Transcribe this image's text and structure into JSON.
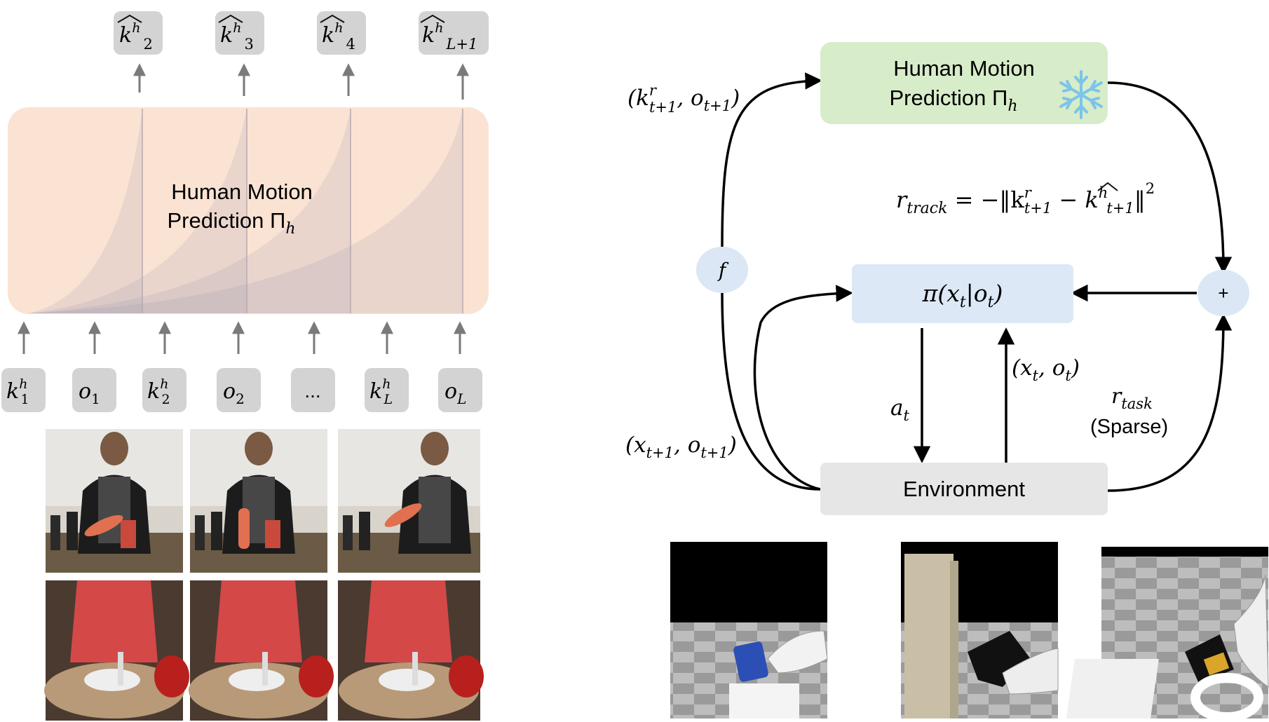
{
  "left_panel": {
    "transformer_label_line1": "Human Motion",
    "transformer_label_line2": "Prediction Π",
    "transformer_label_sub": "h",
    "outputs": [
      {
        "base": "k",
        "sup": "h",
        "sub": "2",
        "hat": true
      },
      {
        "base": "k",
        "sup": "h",
        "sub": "3",
        "hat": true
      },
      {
        "base": "k",
        "sup": "h",
        "sub": "4",
        "hat": true
      },
      {
        "base": "k",
        "sup": "h",
        "sub": "L+1",
        "hat": true
      }
    ],
    "inputs": [
      {
        "base": "k",
        "sup": "h",
        "sub": "1"
      },
      {
        "base": "o",
        "sup": "",
        "sub": "1"
      },
      {
        "base": "k",
        "sup": "h",
        "sub": "2"
      },
      {
        "base": "o",
        "sup": "",
        "sub": "2"
      },
      {
        "base": "...",
        "sup": "",
        "sub": ""
      },
      {
        "base": "k",
        "sup": "h",
        "sub": "L"
      },
      {
        "base": "o",
        "sup": "",
        "sub": "L"
      }
    ],
    "video_rows": 2,
    "video_cols": 3
  },
  "right_panel": {
    "predictor_line1": "Human Motion",
    "predictor_line2": "Prediction Π",
    "predictor_sub": "h",
    "frozen_icon": "snowflake-icon",
    "policy_label": "π(x",
    "policy_label_sub1": "t",
    "policy_label_mid": "|o",
    "policy_label_sub2": "t",
    "policy_label_end": ")",
    "environment_label": "Environment",
    "f_label": "f",
    "plus_label": "+",
    "edge_top_left": {
      "text": "(k",
      "sup": "r",
      "sub": "t+1",
      "rest": ", o",
      "sub2": "t+1",
      "end": ")"
    },
    "edge_bottom_left": {
      "text": "(x",
      "sub": "t+1",
      "rest": ", o",
      "sub2": "t+1",
      "end": ")"
    },
    "edge_action": {
      "text": "a",
      "sub": "t"
    },
    "edge_observation": {
      "text": "(x",
      "sub": "t",
      "rest": ", o",
      "sub2": "t",
      "end": ")"
    },
    "reward_task": {
      "text": "r",
      "sub": "task",
      "note": "(Sparse)"
    },
    "reward_track": {
      "lhs": "r",
      "lhs_sub": "track",
      "eq": " = −‖k",
      "k_sup": "r",
      "k_sub": "t+1",
      "minus": " − k",
      "kh_sup": "h",
      "kh_sub": "t+1",
      "close": "‖",
      "power": "2"
    },
    "sim_scenes": 3
  },
  "colors": {
    "box_gray": "#d3d3d3",
    "transformer_bg": "#fbe3d3",
    "predictor_green": "#d7ecc9",
    "policy_blue": "#dce8f5",
    "node_blue": "#dbe7f4",
    "env_gray": "#e6e6e6",
    "arrow_gray": "#7a7a7a"
  }
}
